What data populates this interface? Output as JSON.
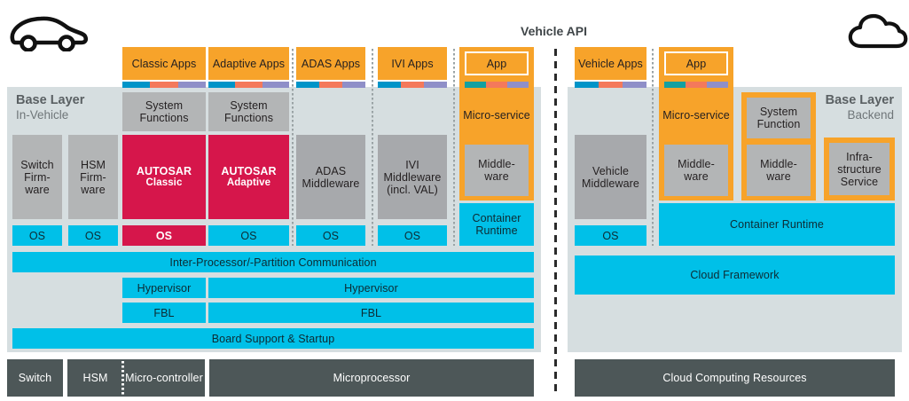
{
  "diagram": {
    "title": "Vehicle API",
    "icons": {
      "left": "car-icon",
      "right": "cloud-icon"
    },
    "colors": {
      "orange": "#f7a32a",
      "cyan": "#00c0e8",
      "red": "#d6164b",
      "grey": "#b3b5b6",
      "panel": "#d6dee0",
      "dark_hw": "#4d5758",
      "api_bar_cyan": "#0094c8",
      "api_bar_salmon": "#f4795b",
      "api_bar_purple": "#8f8fc8"
    }
  },
  "left_panel": {
    "base_layer_title": "Base Layer",
    "base_layer_subtitle": "In-Vehicle",
    "apps": [
      {
        "label": "Classic Apps"
      },
      {
        "label": "Adaptive Apps"
      },
      {
        "label": "ADAS Apps"
      },
      {
        "label": "IVI Apps"
      },
      {
        "label": "App"
      }
    ],
    "system_functions": [
      {
        "label": "System Functions"
      },
      {
        "label": "System Functions"
      }
    ],
    "stack": [
      {
        "label": "Switch Firm-ware"
      },
      {
        "label": "HSM Firm-ware"
      },
      {
        "label": "AUTOSAR",
        "sub": "Classic"
      },
      {
        "label": "AUTOSAR",
        "sub": "Adaptive"
      },
      {
        "label": "ADAS Middleware"
      },
      {
        "label": "IVI Middleware (incl. VAL)"
      }
    ],
    "microservice": {
      "app_label": "App",
      "title": "Micro-service",
      "middleware_label": "Middle-ware"
    },
    "container_runtime": "Container Runtime",
    "os_row": [
      "OS",
      "OS",
      "OS",
      "OS",
      "OS",
      "OS"
    ],
    "ipc": "Inter-Processor/-Partition Communication",
    "hypervisor": [
      "Hypervisor",
      "Hypervisor"
    ],
    "fbl": [
      "FBL",
      "FBL"
    ],
    "board_support": "Board Support & Startup",
    "hardware": [
      "Switch",
      "HSM",
      "Micro-controller",
      "Microprocessor"
    ]
  },
  "right_panel": {
    "base_layer_title": "Base Layer",
    "base_layer_subtitle": "Backend",
    "vehicle_apps": "Vehicle Apps",
    "vehicle_middleware": "Vehicle Middleware",
    "vehicle_os": "OS",
    "microservice": {
      "app_label": "App",
      "title": "Micro-service",
      "middleware_label": "Middle-ware"
    },
    "system_function_container": {
      "title": "System Function",
      "middleware_label": "Middle-ware"
    },
    "infrastructure_service": "Infra-structure Service",
    "container_runtime": "Container Runtime",
    "cloud_framework": "Cloud Framework",
    "hardware": "Cloud Computing Resources"
  }
}
